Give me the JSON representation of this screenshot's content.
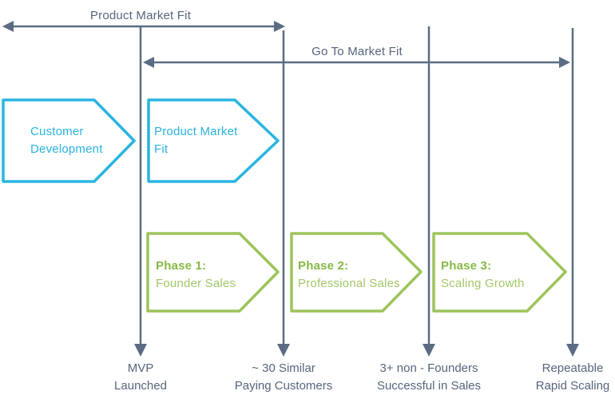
{
  "diagram": {
    "top_arrows": {
      "pmf_label": "Product Market Fit",
      "gtm_label": "Go To Market Fit"
    },
    "blue_chevrons": [
      {
        "line1": "Customer",
        "line2": "Development"
      },
      {
        "line1": "Product Market",
        "line2": "Fit"
      }
    ],
    "green_chevrons": [
      {
        "title": "Phase 1:",
        "subtitle": "Founder Sales"
      },
      {
        "title": "Phase 2:",
        "subtitle": "Professional Sales"
      },
      {
        "title": "Phase 3:",
        "subtitle": "Scaling Growth"
      }
    ],
    "milestones": [
      {
        "line1": "MVP",
        "line2": "Launched"
      },
      {
        "line1": "~ 30 Similar",
        "line2": "Paying Customers"
      },
      {
        "line1": "3+ non - Founders",
        "line2": "Successful in Sales"
      },
      {
        "line1": "Repeatable",
        "line2": "Rapid Scaling"
      }
    ],
    "colors": {
      "slate": "#5b6c84",
      "cyan": "#29b5e0",
      "green": "#9cc45c"
    }
  }
}
